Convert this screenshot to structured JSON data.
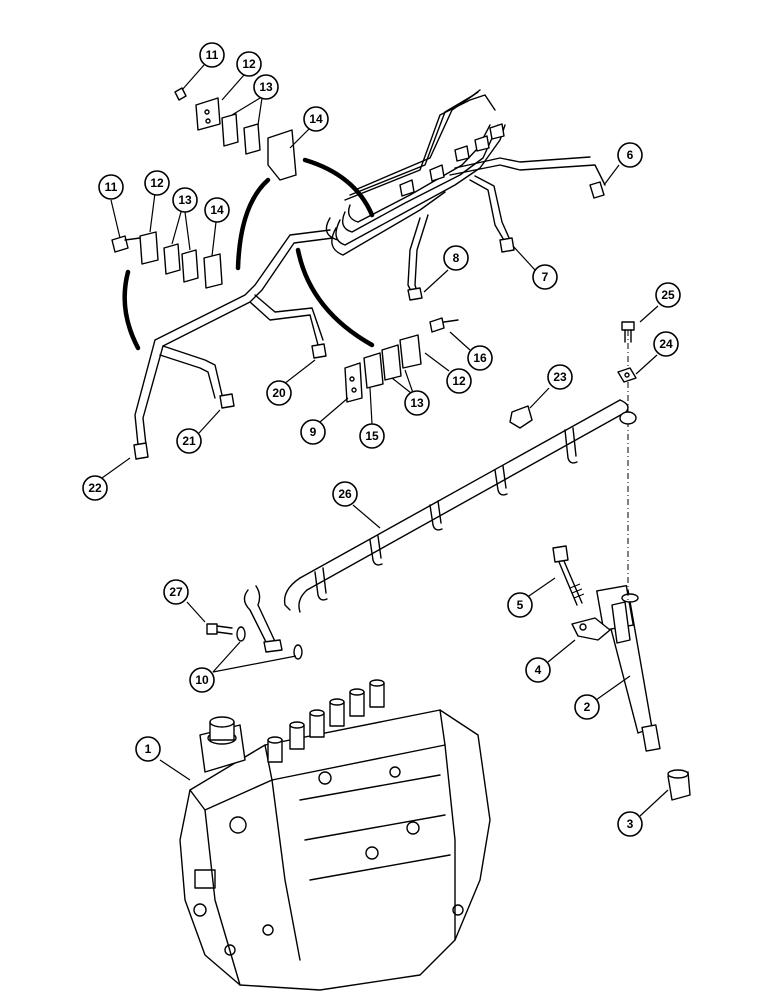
{
  "diagram": {
    "callouts": [
      {
        "label": "1"
      },
      {
        "label": "2"
      },
      {
        "label": "3"
      },
      {
        "label": "4"
      },
      {
        "label": "5"
      },
      {
        "label": "6"
      },
      {
        "label": "7"
      },
      {
        "label": "8"
      },
      {
        "label": "9"
      },
      {
        "label": "10"
      },
      {
        "label": "11"
      },
      {
        "label": "12"
      },
      {
        "label": "13"
      },
      {
        "label": "14"
      },
      {
        "label": "11"
      },
      {
        "label": "12"
      },
      {
        "label": "13"
      },
      {
        "label": "14"
      },
      {
        "label": "15"
      },
      {
        "label": "16"
      },
      {
        "label": "12"
      },
      {
        "label": "13"
      },
      {
        "label": "20"
      },
      {
        "label": "21"
      },
      {
        "label": "22"
      },
      {
        "label": "23"
      },
      {
        "label": "24"
      },
      {
        "label": "25"
      },
      {
        "label": "26"
      },
      {
        "label": "27"
      }
    ]
  }
}
